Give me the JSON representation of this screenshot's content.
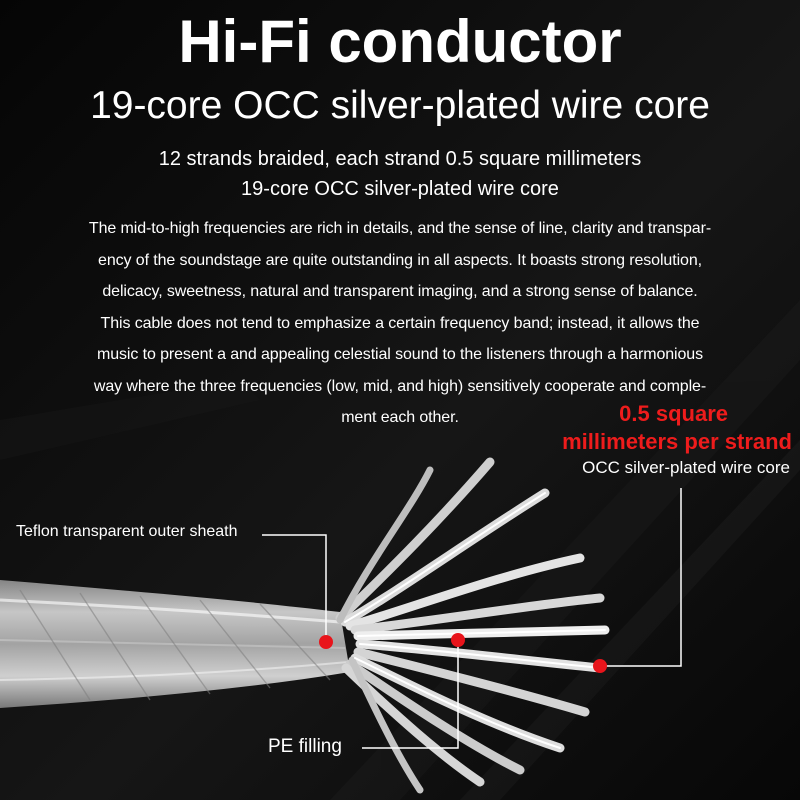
{
  "headline": "Hi-Fi conductor",
  "subheadline": "19-core OCC silver-plated wire core",
  "specs": {
    "line1": "12 strands braided, each strand 0.5 square millimeters",
    "line2": "19-core OCC silver-plated wire core"
  },
  "description_lines": [
    "The mid-to-high frequencies are rich in details, and the sense of line, clarity and transpar-",
    "ency of the soundstage are quite outstanding in all aspects. It boasts strong resolution,",
    "delicacy, sweetness, natural and transparent imaging, and a strong sense of balance.",
    "This cable does not tend to emphasize a certain frequency band; instead, it allows the",
    "music to present a and appealing celestial sound to the listeners through a harmonious",
    "way where the three frequencies (low, mid, and high) sensitively cooperate and comple-",
    "ment each other."
  ],
  "callouts": {
    "strand_highlight_line1": "0.5 square",
    "strand_highlight_line2": "millimeters per strand",
    "wire_core": "OCC silver-plated wire core",
    "outer_sheath": "Teflon transparent outer sheath",
    "filling": "PE filling"
  },
  "colors": {
    "background": "#0a0a0a",
    "text": "#ffffff",
    "accent_red": "#ee1c1c",
    "marker_red": "#e8141b"
  }
}
